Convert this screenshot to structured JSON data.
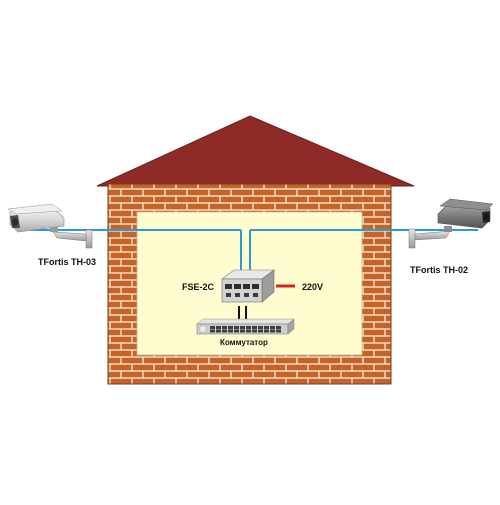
{
  "labels": {
    "camera_left": "TFortis TH-03",
    "camera_right": "TFortis TH-02",
    "injector": "FSE-2C",
    "power": "220V",
    "switch": "Коммутатор"
  },
  "colors": {
    "roof": "#8e2b28",
    "brick": "#c5642a",
    "mortar": "#f2e3c8",
    "interior": "#fffdcf",
    "cable": "#2b9ad6",
    "power_line": "#d9231c",
    "link": "#111111"
  },
  "icons": {
    "camera_left": "cctv-camera-icon",
    "camera_right": "cctv-camera-icon",
    "injector": "poe-injector-icon",
    "switch": "network-switch-icon"
  }
}
